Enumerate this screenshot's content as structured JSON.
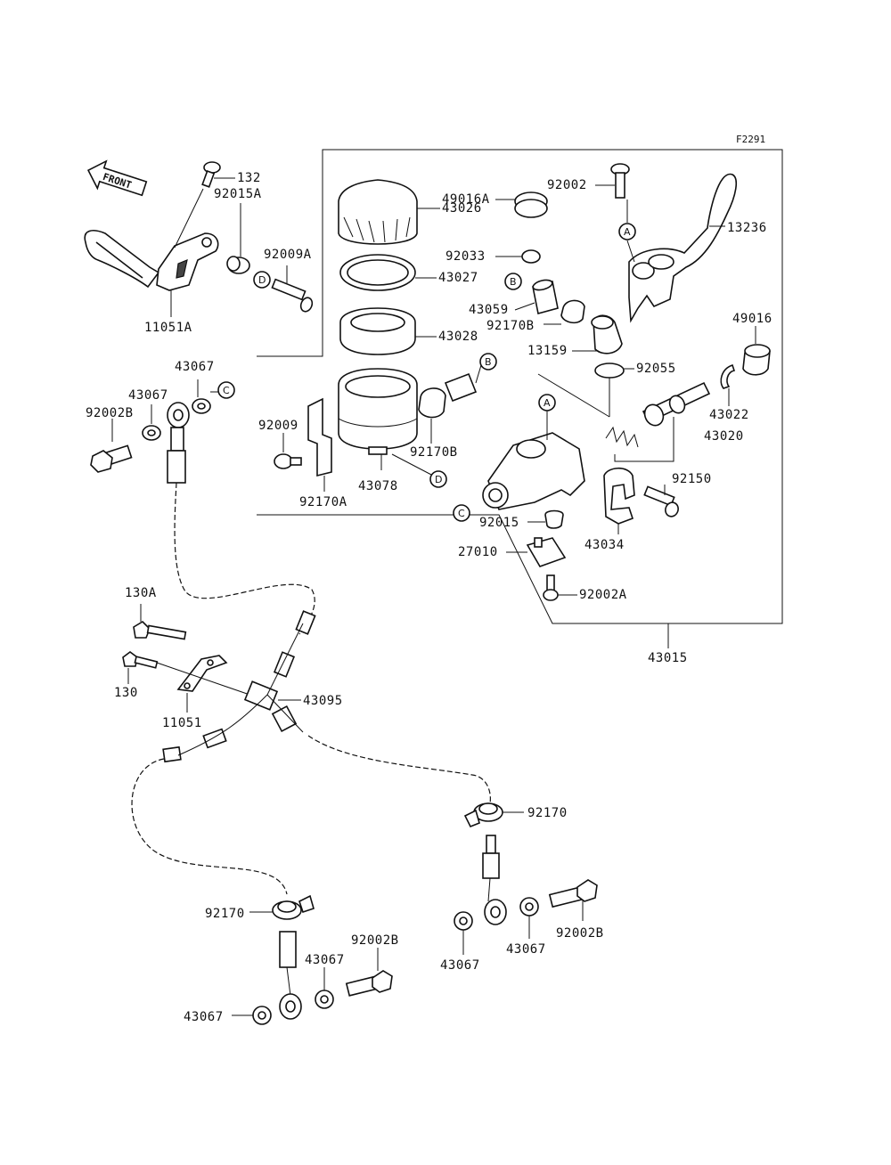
{
  "diagram": {
    "figure_code": "F2291",
    "front_label": "FRONT",
    "parts": {
      "p132": "132",
      "p92015A": "92015A",
      "p92009A": "92009A",
      "p11051A": "11051A",
      "p43067_top": "43067",
      "p43067_top2": "43067",
      "p92002B_top": "92002B",
      "p92009": "92009",
      "p92170A": "92170A",
      "p43026": "43026",
      "p49016A": "49016A",
      "p92033": "92033",
      "p43027": "43027",
      "p43059": "43059",
      "p92170B_upper": "92170B",
      "p43028": "43028",
      "p13159": "13159",
      "p92055": "92055",
      "p92170B_lower": "92170B",
      "p43078": "43078",
      "p92002": "92002",
      "p13236": "13236",
      "p49016": "49016",
      "p43022": "43022",
      "p43020": "43020",
      "p92150": "92150",
      "p43034": "43034",
      "p92015": "92015",
      "p27010": "27010",
      "p92002A": "92002A",
      "p43015": "43015",
      "p130A": "130A",
      "p130": "130",
      "p11051": "11051",
      "p43095": "43095",
      "p92170_right": "92170",
      "p92170_left": "92170",
      "p92002B_bl": "92002B",
      "p43067_bl": "43067",
      "p43067_bl2": "43067",
      "p43067_br": "43067",
      "p43067_br2": "43067",
      "p92002B_br": "92002B"
    },
    "markers": {
      "A": "A",
      "B": "B",
      "C": "C",
      "D": "D"
    }
  }
}
